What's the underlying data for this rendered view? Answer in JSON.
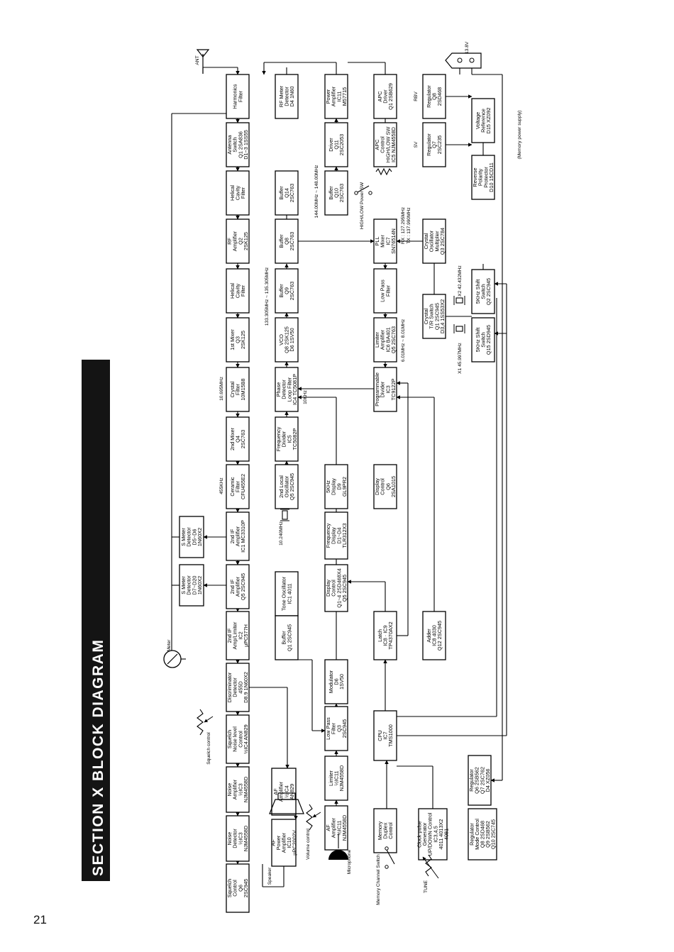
{
  "page_number": "21",
  "section_title": "SECTION X BLOCK DIAGRAM",
  "footnote": "(Memory power supply)",
  "blocks": [
    {
      "id": "harmonics_filter",
      "lines": [
        "Harmonics",
        "Filter"
      ]
    },
    {
      "id": "antenna_switch",
      "lines": [
        "Antenna",
        "Switch",
        "Q1 2SA836",
        "D1~3 1SS55"
      ]
    },
    {
      "id": "helical_filter_1",
      "lines": [
        "Helical",
        "Cavity",
        "Filter"
      ]
    },
    {
      "id": "rf_amplifier",
      "lines": [
        "RF",
        "Amplifier",
        "Q2",
        "2SK125"
      ]
    },
    {
      "id": "helical_filter_2",
      "lines": [
        "Helical",
        "Cavity",
        "Filter"
      ]
    },
    {
      "id": "first_mixer",
      "lines": [
        "1st Mixer",
        "Q3",
        "2SK125"
      ]
    },
    {
      "id": "crystal_filter",
      "lines": [
        "Crystal",
        "Filter",
        "10M15B8"
      ]
    },
    {
      "id": "second_mixer",
      "lines": [
        "2nd Mixer",
        "Q4",
        "2SC763"
      ]
    },
    {
      "id": "ceramic_filter",
      "lines": [
        "Ceramic",
        "Filter",
        "CFU455E2"
      ]
    },
    {
      "id": "second_if_amp_1",
      "lines": [
        "2nd IF",
        "Amplifier",
        "IC1 MC3310P"
      ]
    },
    {
      "id": "second_if_amp_2",
      "lines": [
        "2nd IF",
        "Amplifier",
        "Q5 2SC945"
      ]
    },
    {
      "id": "second_if_limiter",
      "lines": [
        "2nd IF",
        "Amp/Limiter",
        "IC2",
        "µPC577H"
      ]
    },
    {
      "id": "discriminator",
      "lines": [
        "Discriminator",
        "Detector",
        "455D",
        "D8.9 1N60X2"
      ]
    },
    {
      "id": "squelch_control",
      "lines": [
        "Squelch",
        "Noise level",
        "Control",
        "½IC4 AN829"
      ]
    },
    {
      "id": "noise_amplifier",
      "lines": [
        "Noise",
        "Amplifier",
        "½IC3",
        "NJM4558D"
      ]
    },
    {
      "id": "noise_detector",
      "lines": [
        "Noise",
        "Detector",
        "½IC3",
        "NJM4558D"
      ]
    },
    {
      "id": "squelch_control_q6",
      "lines": [
        "Squelch",
        "Control",
        "Q6",
        "2SC945"
      ]
    },
    {
      "id": "s_meter_det_1",
      "lines": [
        "S Meter",
        "Detector",
        "D5~D6",
        "1N60X2"
      ]
    },
    {
      "id": "s_meter_det_2",
      "lines": [
        "S Meter",
        "Detector",
        "D7~D20",
        "1N60X2"
      ]
    },
    {
      "id": "af_amplifier",
      "lines": [
        "AF",
        "Amplifier",
        "½IC4",
        "AN829"
      ]
    },
    {
      "id": "af_power_amp",
      "lines": [
        "AF",
        "Power",
        "Amplifier",
        "IC10",
        "µPC2002V"
      ]
    },
    {
      "id": "rf_meter_det",
      "lines": [
        "RF Meter",
        "Detector",
        "D4 1N60"
      ]
    },
    {
      "id": "power_amplifier",
      "lines": [
        "Power",
        "Amplifier",
        "IC11",
        "M57715"
      ]
    },
    {
      "id": "driver",
      "lines": [
        "Driver",
        "Q11",
        "2SC2053"
      ]
    },
    {
      "id": "buffer_q10",
      "lines": [
        "Buffer",
        "Q10",
        "2SC763"
      ]
    },
    {
      "id": "buffer_q14",
      "lines": [
        "Buffer",
        "Q14",
        "2SC763"
      ]
    },
    {
      "id": "buffer_q8",
      "lines": [
        "Buffer",
        "Q8",
        "2SC763"
      ]
    },
    {
      "id": "buffer_q9",
      "lines": [
        "Buffer",
        "Q9",
        "2SC763"
      ]
    },
    {
      "id": "vco",
      "lines": [
        "VCO",
        "Q8 2SK125",
        "D6 1SV50"
      ]
    },
    {
      "id": "phase_detector",
      "lines": [
        "Phase",
        "Detector",
        "Loop Filter",
        "IC4 TC5081P"
      ]
    },
    {
      "id": "frequency_divider",
      "lines": [
        "Frequency",
        "Divider",
        "IC5",
        "TC5082P"
      ]
    },
    {
      "id": "second_local_osc",
      "lines": [
        "2nd Local",
        "Oscillator",
        "Q5 2SC945"
      ]
    },
    {
      "id": "tone_oscillator",
      "lines": [
        "Tone Oscillator",
        "IC1 4011"
      ]
    },
    {
      "id": "buffer_q1",
      "lines": [
        "Buffer",
        "Q1 2SC945"
      ]
    },
    {
      "id": "modulator",
      "lines": [
        "Modulator",
        "D6",
        "1SV50"
      ]
    },
    {
      "id": "low_pass_filter_q3",
      "lines": [
        "Low Pass",
        "Filter",
        "Q3",
        "2SC945"
      ]
    },
    {
      "id": "limiter",
      "lines": [
        "Limiter",
        "½IC11",
        "NJM4558D"
      ]
    },
    {
      "id": "mic_amplifier",
      "lines": [
        "AF",
        "Amplifier",
        "½IC11",
        "NJM4558D"
      ]
    },
    {
      "id": "apc_driver",
      "lines": [
        "APC",
        "Driver",
        "Q1 2SB629"
      ]
    },
    {
      "id": "apc_control",
      "lines": [
        "APC",
        "Control",
        "HIGH/LOW SW",
        "IC5 NJM4558D"
      ]
    },
    {
      "id": "pll_mixer",
      "lines": [
        "PLL",
        "Mixer",
        "IC7",
        "SN76514N"
      ]
    },
    {
      "id": "low_pass_filter_pll",
      "lines": [
        "Low Pass",
        "Filter"
      ]
    },
    {
      "id": "limiter_amp",
      "lines": [
        "Limiter",
        "Amplifier",
        "IC6 BA401",
        "Q5 2SC763"
      ]
    },
    {
      "id": "programmable_divider",
      "lines": [
        "Programmable",
        "Divider",
        "IC3",
        "TC9122P"
      ]
    },
    {
      "id": "khz_display",
      "lines": [
        "5KHz",
        "Display",
        "D9",
        "GL9PR2"
      ]
    },
    {
      "id": "display_control_q6",
      "lines": [
        "Display",
        "Control",
        "Q6",
        "2SA1015"
      ]
    },
    {
      "id": "frequency_display",
      "lines": [
        "Frequency",
        "Display",
        "D1~D4",
        "TLR312X3"
      ]
    },
    {
      "id": "display_control",
      "lines": [
        "Display",
        "Control",
        "Q1~4 2SD468X4",
        "Q5 2SC945"
      ]
    },
    {
      "id": "latch",
      "lines": [
        "Latch",
        "IC8 · IC9",
        "TP4370AX2"
      ]
    },
    {
      "id": "cpu",
      "lines": [
        "CPU",
        "IC7",
        "TMS1000"
      ]
    },
    {
      "id": "adder",
      "lines": [
        "Adder",
        "IC8 4030",
        "Q12 2SC945"
      ]
    },
    {
      "id": "memory_duplex",
      "lines": [
        "Memory",
        "Duplex",
        "Control"
      ]
    },
    {
      "id": "clock_pulse",
      "lines": [
        "Clock pulse",
        "Generator",
        "UP/DOWN Control",
        "IC3,4,5",
        "4011 4013X2",
        "4081"
      ]
    },
    {
      "id": "regulator_q6",
      "lines": [
        "Regulator",
        "Q6 2SB562",
        "Q7 2SC762",
        "D4 XZ056"
      ]
    },
    {
      "id": "regulator_mode",
      "lines": [
        "Regulator",
        "Mode Control",
        "Q8 2SD468",
        "Q9 2SB562",
        "Q10 2SC745"
      ]
    },
    {
      "id": "regulator_q8",
      "lines": [
        "Regulator",
        "Q8",
        "2SD468"
      ]
    },
    {
      "id": "regulator_q7",
      "lines": [
        "Regulator",
        "Q7",
        "2SC235"
      ]
    },
    {
      "id": "voltage_reference",
      "lines": [
        "Voltage",
        "Reference",
        "D15 XZ092"
      ]
    },
    {
      "id": "reverse_polarity",
      "lines": [
        "Reverse",
        "Polarity",
        "Protector",
        "D10 15CD11"
      ]
    },
    {
      "id": "crystal_osc",
      "lines": [
        "Crystal",
        "Oscillator",
        "Multiplier",
        "Q3 2SC784"
      ]
    },
    {
      "id": "crystal_tr_switch",
      "lines": [
        "Crystal",
        "T/R Switch",
        "Q1 2SC945",
        "D3,4 1SS53X2"
      ]
    },
    {
      "id": "shift_switch_q15",
      "lines": [
        "5KHz Shift",
        "Switch",
        "Q15 2SD945"
      ]
    },
    {
      "id": "shift_switch_q2",
      "lines": [
        "5KHz Shift",
        "Switch",
        "Q2 2SC945"
      ]
    }
  ],
  "labels": {
    "ant": "ANT",
    "meter": "Meter",
    "squelch_ctrl": "Squelch control",
    "speaker": "Speaker",
    "volume_ctrl": "Volume control",
    "microphone": "Microphone",
    "mem_ch_switch": "Memory Channel Switch",
    "tune": "TUNE",
    "dc": "DC 13.8V",
    "rbv": "RBV",
    "sv": "SV",
    "hilo": "HIGH/LOW Power SW",
    "f_if1": "10.695MHz",
    "f_if2": "455KHz",
    "f_vco": "133.305MHz ~ 135.305MHz",
    "f_tx": "144.00MHz ~ 148.00MHz",
    "f_rxtx": "RX : 127.295MHz",
    "f_tx2": "TX : 137.990MHz",
    "f_lim": "6.01MHz ~ 8.01MHz",
    "f_ref": "10KHz",
    "f_lo2": "10.240MHz",
    "x2": "X2 42.432MHz",
    "x1": "X1 45.997MHz"
  }
}
